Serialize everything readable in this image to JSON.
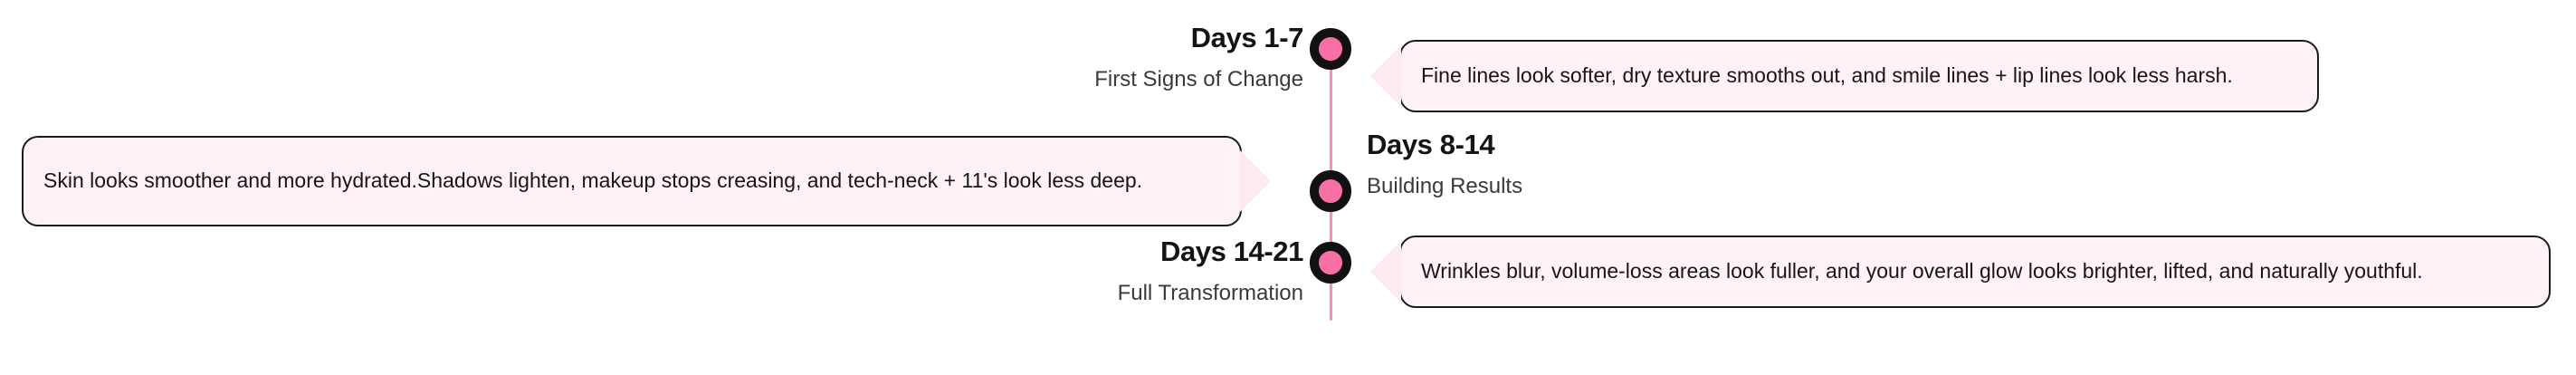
{
  "theme": {
    "accent_pink": "#F86FA6",
    "line_pink": "#F78FB8",
    "card_bg": "#FEF2F7",
    "card_border": "#1a1a1a",
    "arrow_fill": "#FCE9F1",
    "title_color": "#141414",
    "body_color": "#16161a",
    "page_bg": "#ffffff"
  },
  "timeline": {
    "items": [
      {
        "title": "Days 1-7",
        "subtitle": "First Signs of Change",
        "body": "Fine lines look softer, dry texture smooths out, and smile lines + lip lines look less harsh.",
        "card_side": "right",
        "label_side": "left"
      },
      {
        "title": "Days 8-14",
        "subtitle": "Building Results",
        "body": "Skin looks smoother and more hydrated.Shadows lighten, makeup stops creasing, and tech-neck + 11's look less deep.",
        "card_side": "left",
        "label_side": "right"
      },
      {
        "title": "Days 14-21",
        "subtitle": "Full Transformation",
        "body": "Wrinkles blur, volume-loss areas look fuller, and your overall glow looks brighter, lifted, and naturally youthful.",
        "card_side": "right",
        "label_side": "left"
      }
    ]
  }
}
